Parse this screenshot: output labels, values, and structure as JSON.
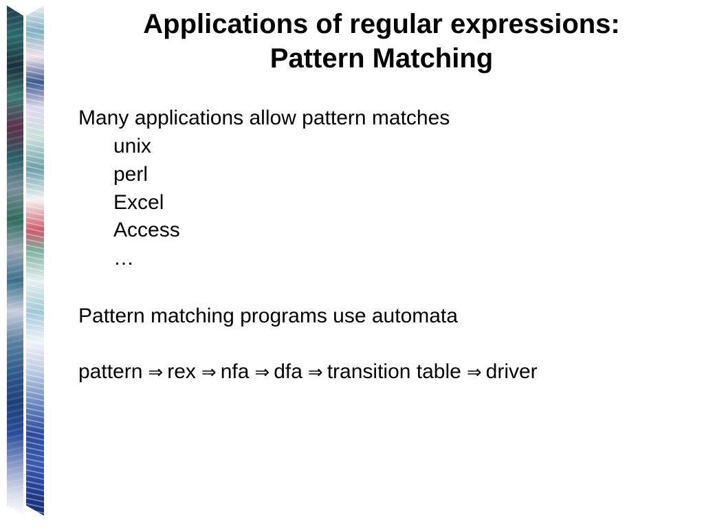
{
  "slide": {
    "title_line1": "Applications of regular expressions:",
    "title_line2": "Pattern Matching",
    "intro": "Many applications allow pattern matches",
    "apps": [
      "unix",
      "perl",
      "Excel",
      "Access",
      "…"
    ],
    "statement": "Pattern matching programs use automata",
    "pipeline": [
      "pattern",
      "rex",
      "nfa",
      "dfa",
      "transition table",
      "driver"
    ],
    "arrow_glyph": "⇒"
  }
}
